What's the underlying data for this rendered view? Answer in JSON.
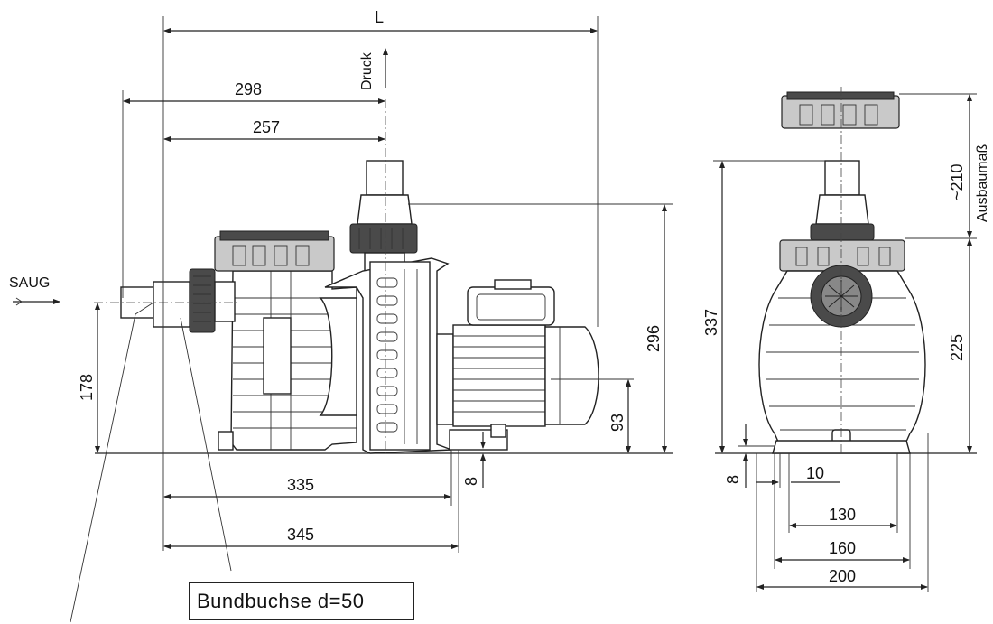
{
  "labels": {
    "length": "L",
    "pressure": "Druck",
    "suction": "SAUG",
    "install_dim": "Ausbaumaß",
    "callout": "Bundbuchse  d=50"
  },
  "dimensions": {
    "d298": "298",
    "d257": "257",
    "d178": "178",
    "d335": "335",
    "d345": "345",
    "d8_left": "8",
    "d93": "93",
    "d296": "296",
    "d337": "337",
    "d225": "225",
    "d210": "~210",
    "d8_right": "8",
    "d10": "10",
    "d130": "130",
    "d160": "160",
    "d200": "200"
  }
}
